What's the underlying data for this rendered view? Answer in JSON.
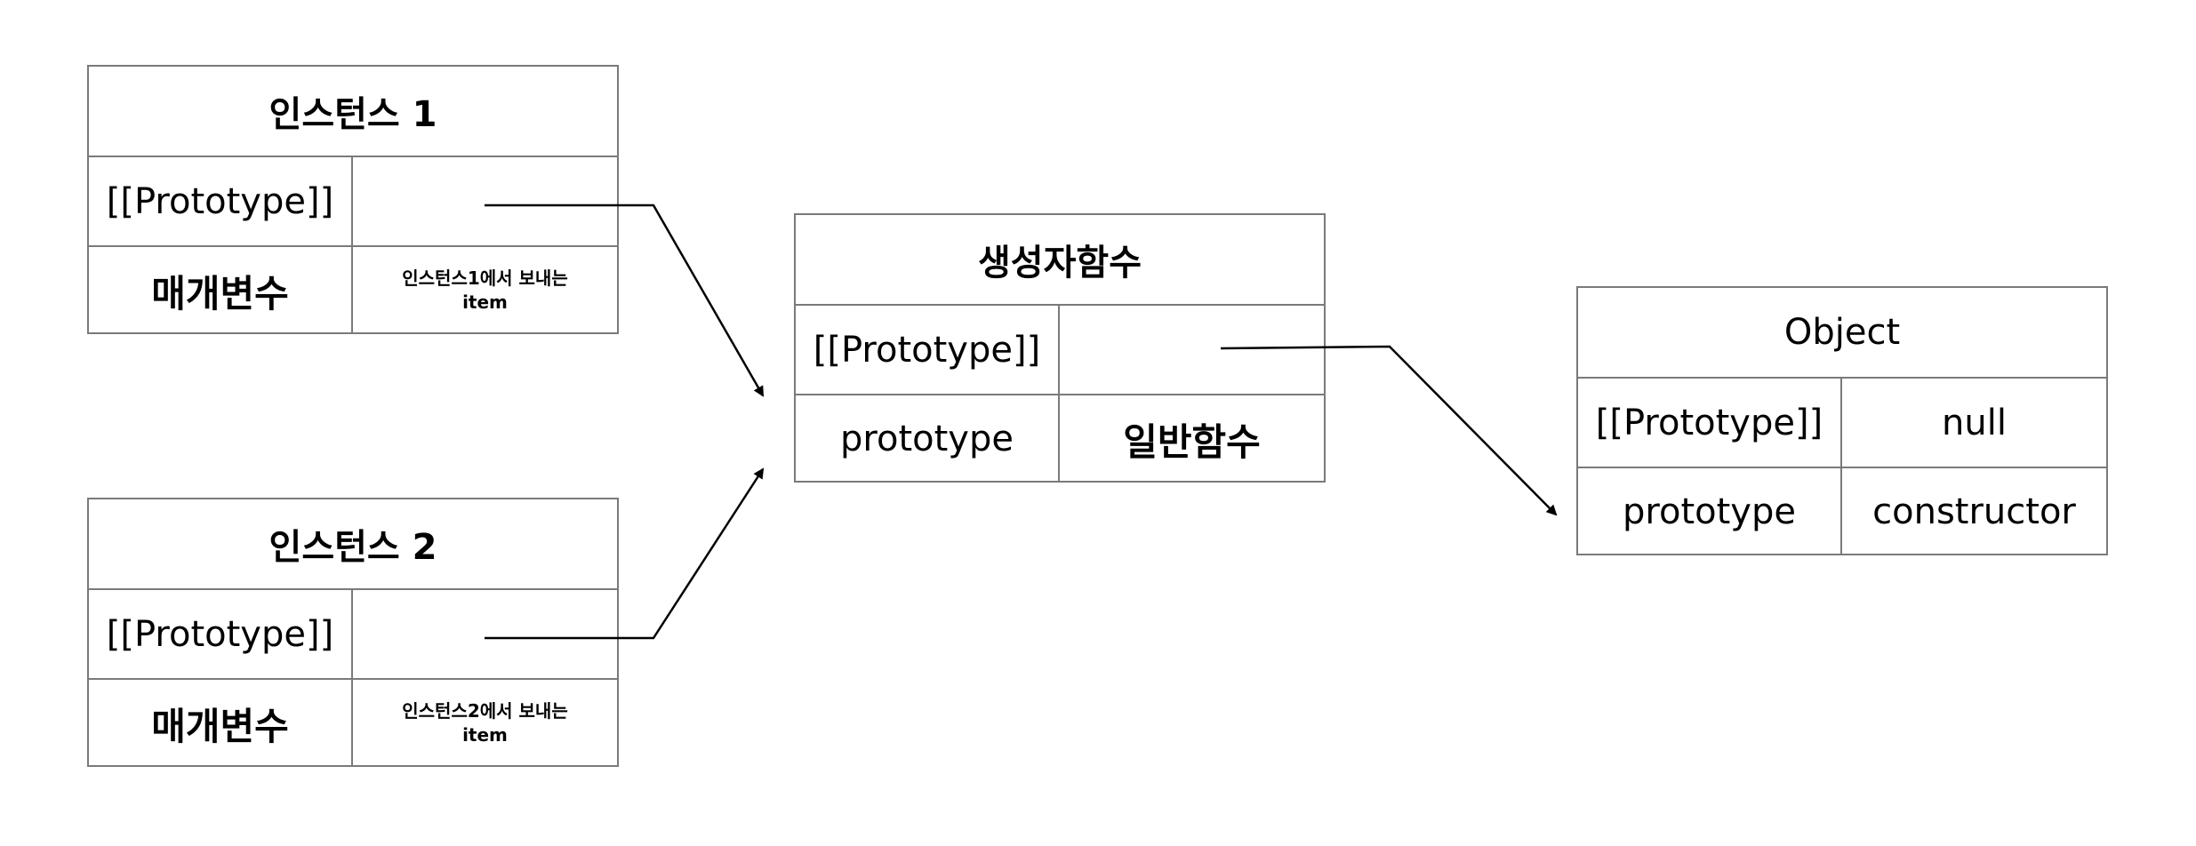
{
  "instance1": {
    "title": "인스턴스 1",
    "proto_label": "[[Prototype]]",
    "proto_value": "",
    "param_label": "매개변수",
    "param_value_line1": "인스턴스1에서 보내는",
    "param_value_line2": "item"
  },
  "instance2": {
    "title": "인스턴스 2",
    "proto_label": "[[Prototype]]",
    "proto_value": "",
    "param_label": "매개변수",
    "param_value_line1": "인스턴스2에서 보내는",
    "param_value_line2": "item"
  },
  "constructor_fn": {
    "title": "생성자함수",
    "proto_label": "[[Prototype]]",
    "proto_value": "",
    "prototype_label": "prototype",
    "prototype_value": "일반함수"
  },
  "object": {
    "title": "Object",
    "proto_label": "[[Prototype]]",
    "proto_value": "null",
    "prototype_label": "prototype",
    "prototype_value": "constructor"
  },
  "colors": {
    "border": "#7a7a7a",
    "arrow": "#000000"
  }
}
